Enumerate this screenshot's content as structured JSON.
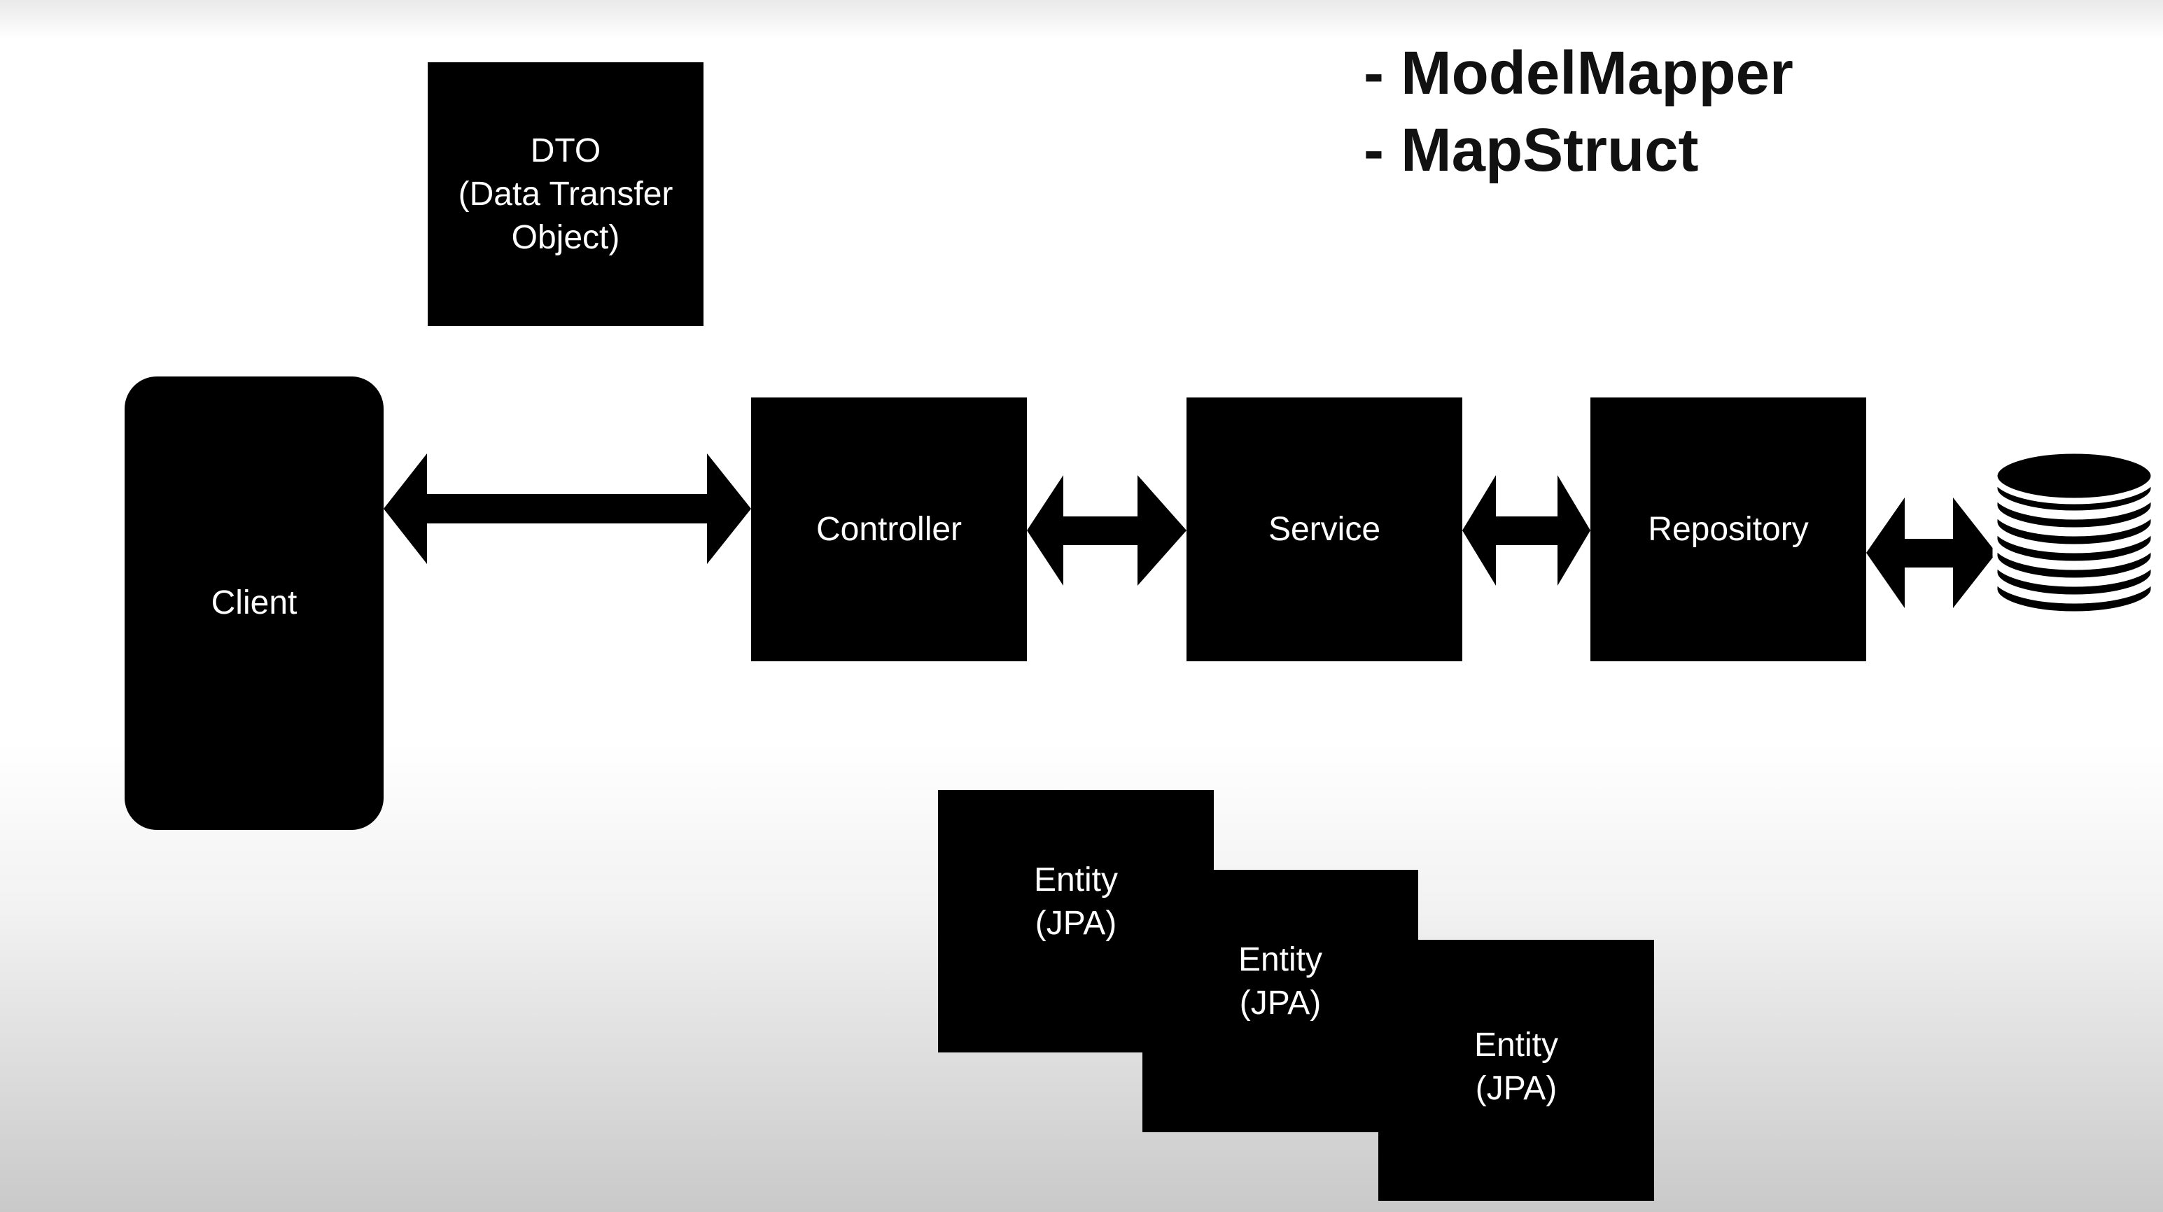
{
  "diagram": {
    "mapping_libraries": [
      "- ModelMapper",
      "- MapStruct"
    ],
    "nodes": {
      "dto": "DTO\n(Data Transfer\nObject)",
      "client": "Client",
      "controller": "Controller",
      "service": "Service",
      "repository": "Repository",
      "entities": [
        "Entity\n(JPA)",
        "Entity\n(JPA)",
        "Entity\n(JPA)"
      ]
    },
    "connections": [
      {
        "from": "client",
        "to": "controller",
        "direction": "bidirectional"
      },
      {
        "from": "controller",
        "to": "service",
        "direction": "bidirectional"
      },
      {
        "from": "service",
        "to": "repository",
        "direction": "bidirectional"
      },
      {
        "from": "repository",
        "to": "database",
        "direction": "bidirectional"
      }
    ],
    "icons": {
      "database": "database-icon"
    },
    "colors": {
      "box_fill": "#000000",
      "box_text": "#ffffff",
      "heading_text": "#111111"
    }
  }
}
